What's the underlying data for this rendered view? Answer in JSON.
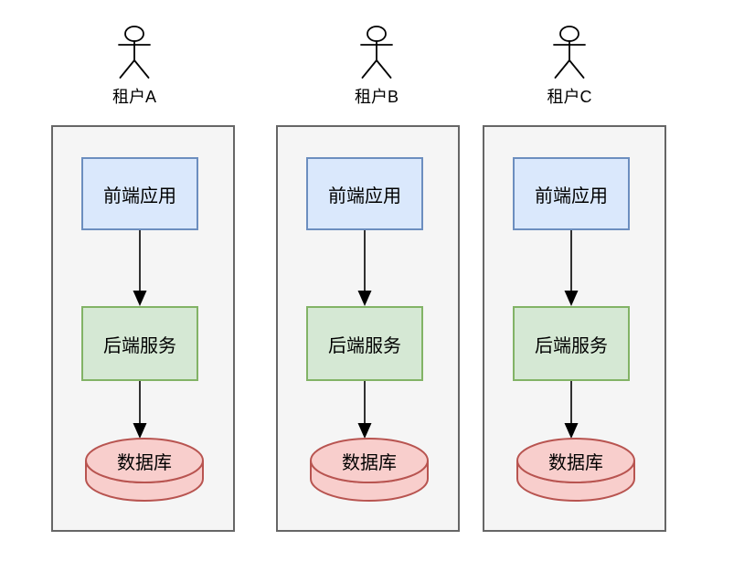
{
  "tenants": [
    {
      "actor_label": "租户A",
      "frontend_label": "前端应用",
      "backend_label": "后端服务",
      "database_label": "数据库"
    },
    {
      "actor_label": "租户B",
      "frontend_label": "前端应用",
      "backend_label": "后端服务",
      "database_label": "数据库"
    },
    {
      "actor_label": "租户C",
      "frontend_label": "前端应用",
      "backend_label": "后端服务",
      "database_label": "数据库"
    }
  ],
  "colors": {
    "background": "#ffffff",
    "container_fill": "#f5f5f5",
    "container_border": "#666666",
    "frontend_fill": "#dae8fc",
    "frontend_border": "#6c8ebf",
    "backend_fill": "#d5e8d4",
    "backend_border": "#82b366",
    "database_fill": "#f8cecc",
    "database_border": "#b85450",
    "arrow_color": "#000000",
    "actor_color": "#000000"
  }
}
